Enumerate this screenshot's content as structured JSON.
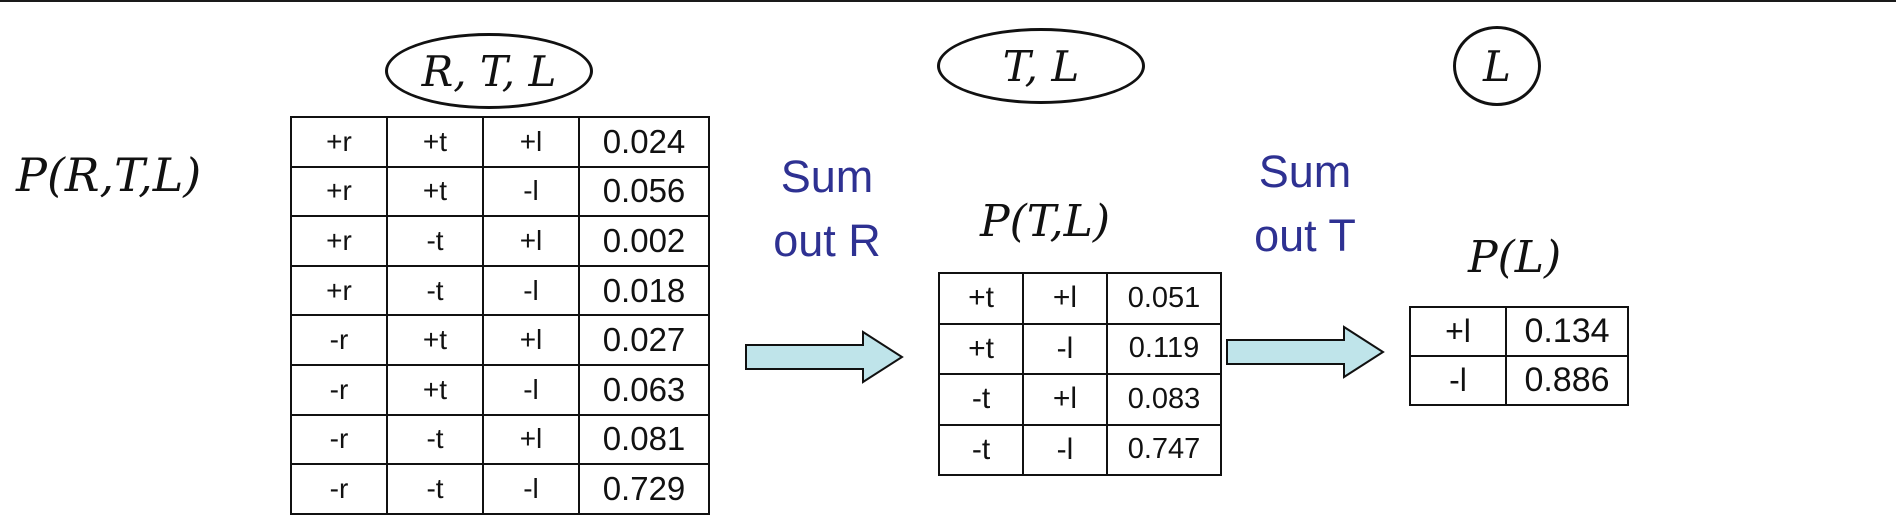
{
  "colors": {
    "arrow_fill": "#bfe4ea",
    "sum_text": "#2e3192"
  },
  "factors": {
    "rtl": {
      "node_label": "R, T, L",
      "expression": "P(R,T,L)",
      "rows": [
        [
          "+r",
          "+t",
          "+l",
          "0.024"
        ],
        [
          "+r",
          "+t",
          "-l",
          "0.056"
        ],
        [
          "+r",
          "-t",
          "+l",
          "0.002"
        ],
        [
          "+r",
          "-t",
          "-l",
          "0.018"
        ],
        [
          "-r",
          "+t",
          "+l",
          "0.027"
        ],
        [
          "-r",
          "+t",
          "-l",
          "0.063"
        ],
        [
          "-r",
          "-t",
          "+l",
          "0.081"
        ],
        [
          "-r",
          "-t",
          "-l",
          "0.729"
        ]
      ]
    },
    "tl": {
      "node_label": "T, L",
      "expression": "P(T,L)",
      "rows": [
        [
          "+t",
          "+l",
          "0.051"
        ],
        [
          "+t",
          "-l",
          "0.119"
        ],
        [
          "-t",
          "+l",
          "0.083"
        ],
        [
          "-t",
          "-l",
          "0.747"
        ]
      ]
    },
    "l": {
      "node_label": "L",
      "expression": "P(L)",
      "rows": [
        [
          "+l",
          "0.134"
        ],
        [
          "-l",
          "0.886"
        ]
      ]
    }
  },
  "steps": [
    {
      "line1": "Sum",
      "line2": "out R"
    },
    {
      "line1": "Sum",
      "line2": "out T"
    }
  ]
}
